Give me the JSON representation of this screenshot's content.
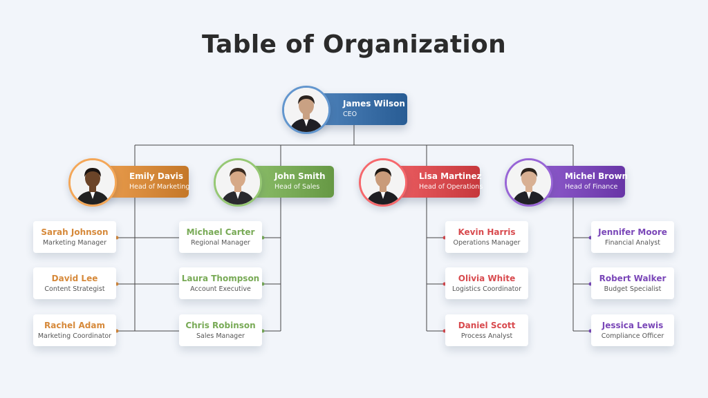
{
  "title": "Table of Organization",
  "colors": {
    "ceo": "#3a6ea6",
    "marketing": "#d6893a",
    "sales": "#78aa56",
    "operations": "#d84a4e",
    "finance": "#7a47b8",
    "connector": "#444444"
  },
  "ceo": {
    "name": "James Wilson",
    "role": "CEO",
    "avatar_icon": "person-avatar-icon"
  },
  "heads": [
    {
      "name": "Emily Davis",
      "role": "Head of Marketing",
      "color_key": "marketing"
    },
    {
      "name": "John Smith",
      "role": "Head of Sales",
      "color_key": "sales"
    },
    {
      "name": "Lisa Martinez",
      "role": "Head of Operations",
      "color_key": "operations"
    },
    {
      "name": "Michel Brown",
      "role": "Head of Finance",
      "color_key": "finance"
    }
  ],
  "staff": [
    [
      {
        "name": "Sarah Johnson",
        "role": "Marketing Manager"
      },
      {
        "name": "David Lee",
        "role": "Content Strategist"
      },
      {
        "name": "Rachel Adam",
        "role": "Marketing Coordinator"
      }
    ],
    [
      {
        "name": "Michael Carter",
        "role": "Regional Manager"
      },
      {
        "name": "Laura Thompson",
        "role": "Account Executive"
      },
      {
        "name": "Chris Robinson",
        "role": "Sales Manager"
      }
    ],
    [
      {
        "name": "Kevin Harris",
        "role": "Operations Manager"
      },
      {
        "name": "Olivia White",
        "role": "Logistics Coordinator"
      },
      {
        "name": "Daniel Scott",
        "role": "Process Analyst"
      }
    ],
    [
      {
        "name": "Jennifer Moore",
        "role": "Financial Analyst"
      },
      {
        "name": "Robert Walker",
        "role": "Budget Specialist"
      },
      {
        "name": "Jessica Lewis",
        "role": "Compliance Officer"
      }
    ]
  ]
}
